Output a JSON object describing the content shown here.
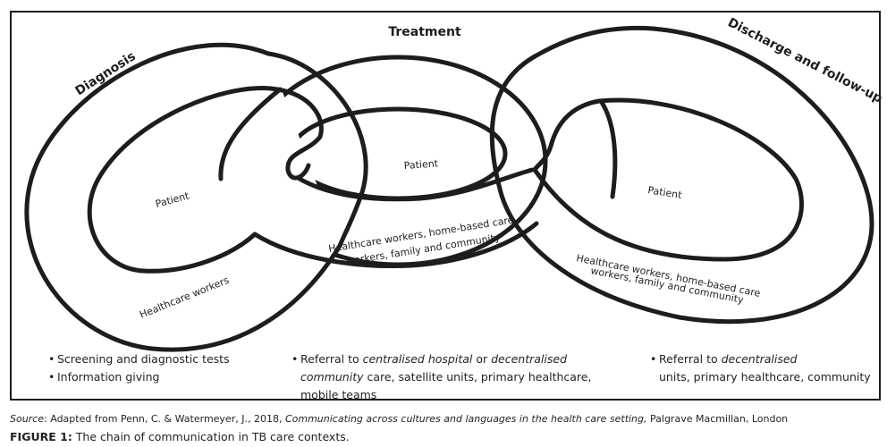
{
  "figure": {
    "stages": {
      "diagnosis": "Diagnosis",
      "treatment": "Treatment",
      "discharge": "Discharge and follow-up"
    },
    "rings": {
      "left": {
        "inner_label": "Patient",
        "outer_label": "Healthcare workers"
      },
      "middle": {
        "inner_label": "Patient",
        "outer_label_line1": "Healthcare workers, home-based care",
        "outer_label_line2": "workers, family and community"
      },
      "right": {
        "inner_label": "Patient",
        "outer_label_line1": "Healthcare workers, home-based care",
        "outer_label_line2": "workers, family and community"
      }
    },
    "bullets": {
      "diagnosis": [
        "Screening and diagnostic tests",
        "Information giving"
      ],
      "treatment": {
        "part1": "Referral to ",
        "part2_italic": "centralised hospital",
        "part3": " or ",
        "part4_italic": "decentralised",
        "line2_italic": "community",
        "line2_rest": " care, satellite units, primary healthcare,",
        "line3": "mobile teams"
      },
      "discharge": {
        "part1": "Referral to ",
        "part2_italic": "decentralised",
        "line2": "units, primary healthcare, community"
      }
    },
    "colors": {
      "stroke": "#1d1d1b",
      "text": "#231f20",
      "background": "#ffffff"
    }
  },
  "source": {
    "label": "Source",
    "text_before": ": Adapted from Penn, C. & Watermeyer, J., 2018, ",
    "title_italic": "Communicating across cultures and languages in the health care setting,",
    "text_after": " Palgrave Macmillan, London"
  },
  "caption": {
    "label": "FIGURE 1:",
    "text": " The chain of communication in TB care contexts."
  }
}
